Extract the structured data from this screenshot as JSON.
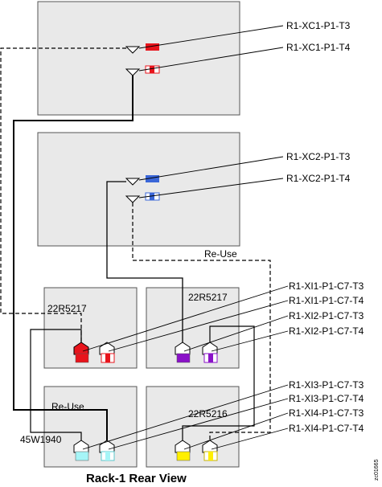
{
  "caption": "Rack-1 Rear View",
  "figure_id": "zc01665",
  "port_labels": [
    "R1-XC1-P1-T3",
    "R1-XC1-P1-T4",
    "R1-XC2-P1-T3",
    "R1-XC2-P1-T4",
    "R1-XI1-P1-C7-T3",
    "R1-XI1-P1-C7-T4",
    "R1-XI2-P1-C7-T3",
    "R1-XI2-P1-C7-T4",
    "R1-XI3-P1-C7-T3",
    "R1-XI3-P1-C7-T4",
    "R1-XI4-P1-C7-T3",
    "R1-XI4-P1-C7-T4"
  ],
  "part_labels": {
    "xi1": "22R5217",
    "xi2": "22R5217",
    "xi4": "22R5216",
    "xi3": "45W1940"
  },
  "reuse_labels": [
    "Re-Use",
    "Re-Use"
  ],
  "colors": {
    "red": "#e8141c",
    "blue": "#3a66d8",
    "purple": "#8a12c8",
    "cyan": "#a6f5f7",
    "yellow": "#ffef00"
  }
}
